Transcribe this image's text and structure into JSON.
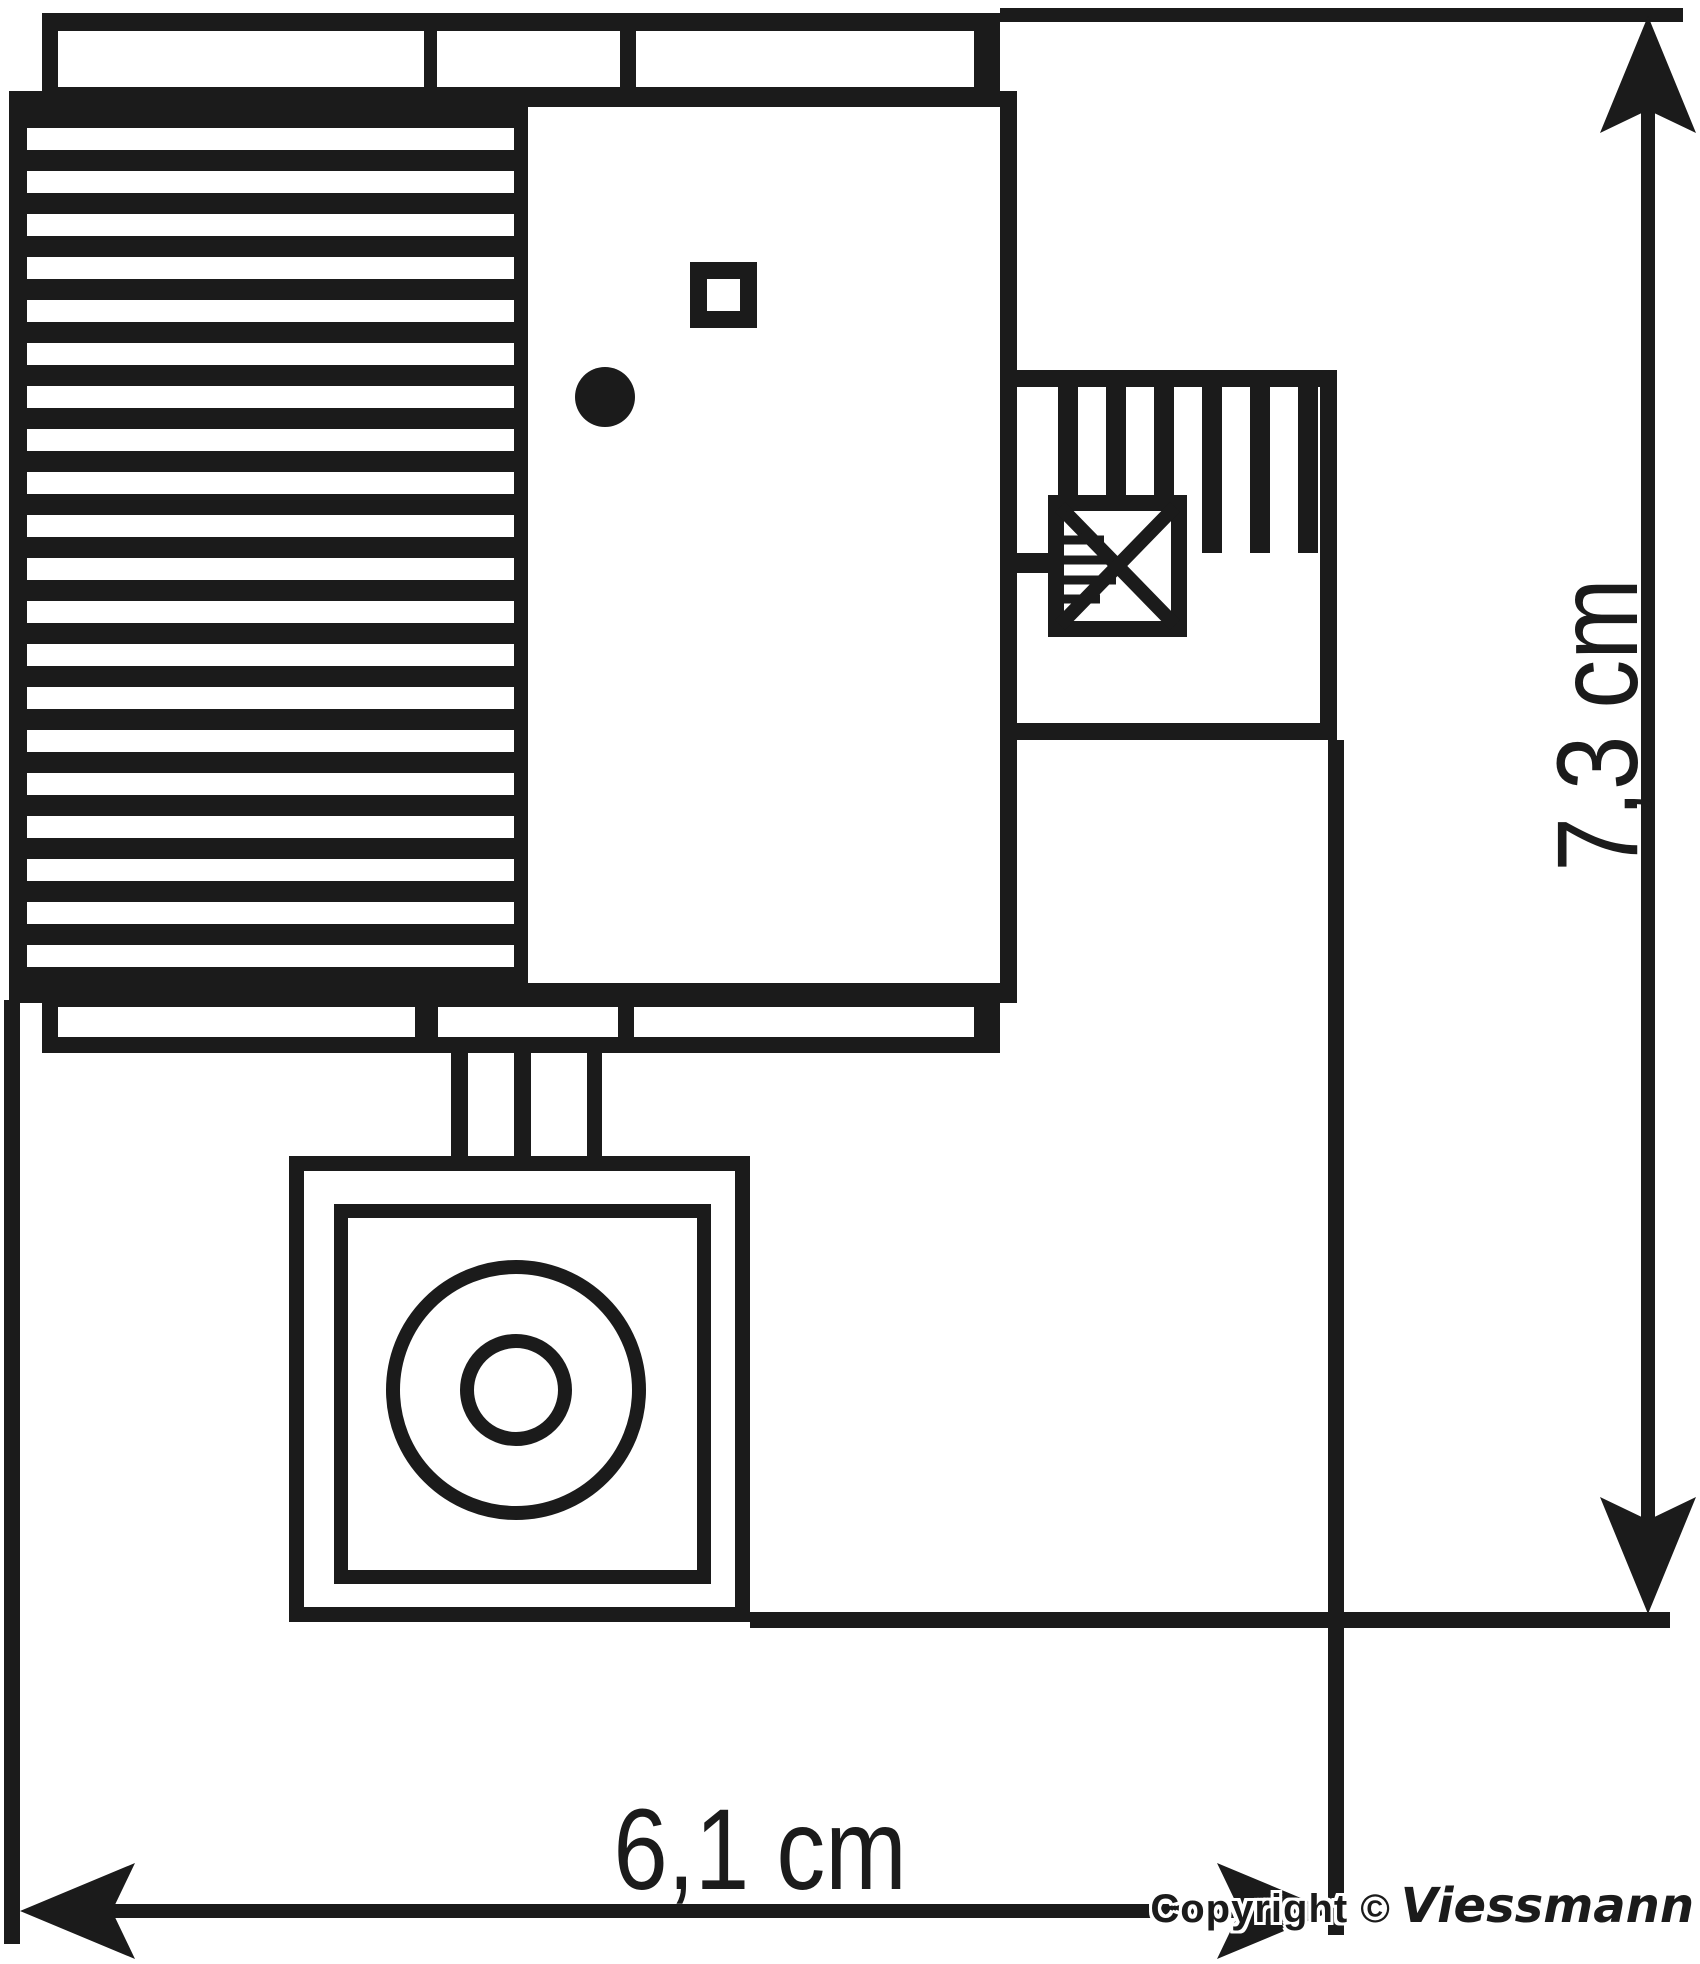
{
  "canvas": {
    "background_color": "#ffffff",
    "line_color": "#1b1b1b"
  },
  "dimensions": {
    "height_label": "7,3 cm",
    "width_label": "6,1 cm"
  },
  "copyright": {
    "prefix": "Copyright ©",
    "brand": "Viessmann"
  },
  "icons": {
    "arrow_up": "dimension-arrowhead-up",
    "arrow_down": "dimension-arrowhead-down",
    "arrow_left": "dimension-arrowhead-left",
    "arrow_right": "dimension-arrowhead-right"
  }
}
